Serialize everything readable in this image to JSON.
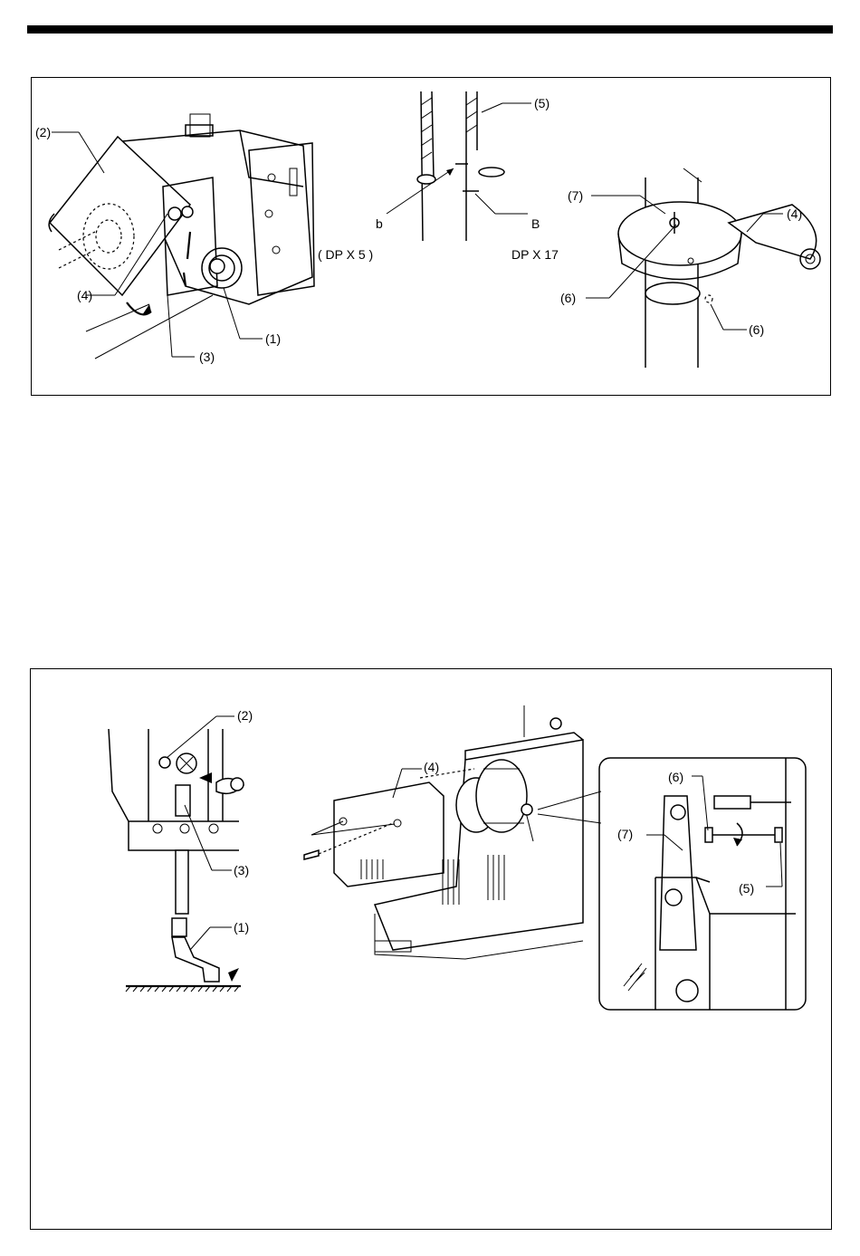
{
  "figure1": {
    "machine": {
      "callouts": [
        "(2)",
        "(4)",
        "(3)",
        "(1)"
      ]
    },
    "needle": {
      "callouts": [
        "(5)"
      ],
      "label_b": "b",
      "label_B": "B",
      "needle_type_left": "( DP X 5 )",
      "needle_type_right": "DP X 17"
    },
    "pulley": {
      "callouts": [
        "(7)",
        "(4)",
        "(6)",
        "(6)"
      ]
    }
  },
  "figure2": {
    "presser": {
      "callouts": [
        "(2)",
        "(3)",
        "(1)"
      ]
    },
    "machine": {
      "callouts": [
        "(4)"
      ]
    },
    "detail": {
      "callouts": [
        "(6)",
        "(7)",
        "(5)"
      ]
    }
  }
}
